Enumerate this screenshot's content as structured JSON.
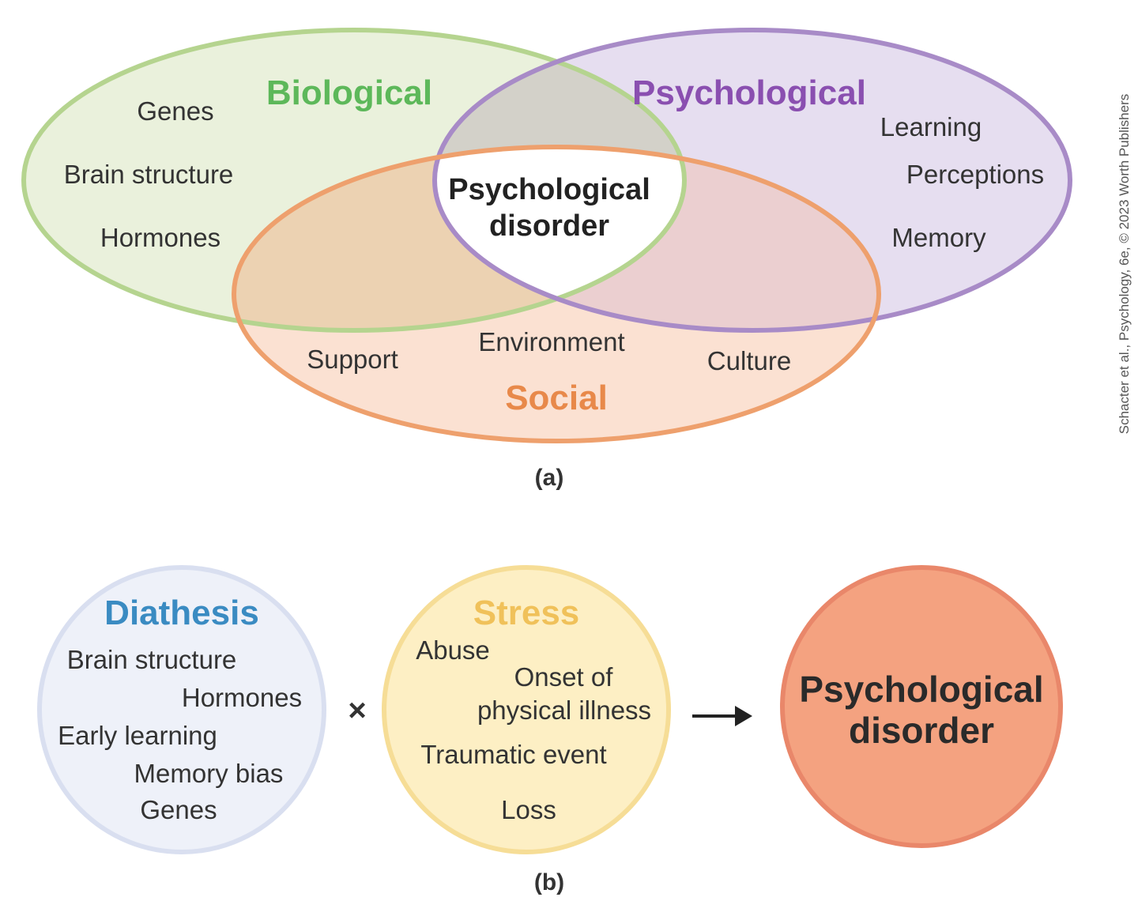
{
  "colors": {
    "biological": "#5db85a",
    "psychological": "#8a4fb0",
    "social": "#e8894a",
    "diathesis": "#3a8bc2",
    "stress": "#f0c15a",
    "disorder_fill": "#f4a280",
    "disorder_stroke": "#e9876a"
  },
  "part_a": {
    "biological": {
      "label": "Biological",
      "items": [
        "Genes",
        "Brain structure",
        "Hormones"
      ]
    },
    "psychological": {
      "label": "Psychological",
      "items": [
        "Learning",
        "Perceptions",
        "Memory"
      ]
    },
    "social": {
      "label": "Social",
      "items": [
        "Support",
        "Environment",
        "Culture"
      ]
    },
    "center": {
      "line1": "Psychological",
      "line2": "disorder"
    },
    "caption": "(a)"
  },
  "part_b": {
    "diathesis": {
      "label": "Diathesis",
      "items": [
        "Brain structure",
        "Hormones",
        "Early learning",
        "Memory bias",
        "Genes"
      ]
    },
    "multiply_symbol": "×",
    "stress": {
      "label": "Stress",
      "items": [
        "Abuse",
        "Onset of",
        "physical illness",
        "Traumatic event",
        "Loss"
      ]
    },
    "arrow": "→",
    "outcome": {
      "line1": "Psychological",
      "line2": "disorder"
    },
    "caption": "(b)"
  },
  "credit": "Schacter et al., Psychology, 6e, © 2023 Worth Publishers"
}
